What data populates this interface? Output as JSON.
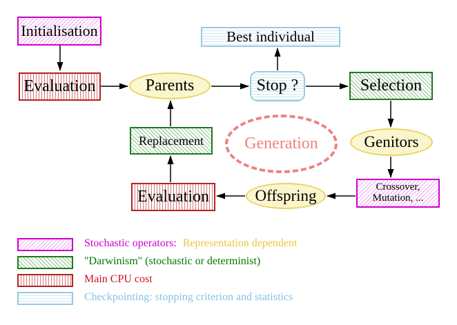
{
  "diagram": {
    "nodes": {
      "initialisation": {
        "label": "Initialisation"
      },
      "evaluation_top": {
        "label": "Evaluation"
      },
      "parents": {
        "label": "Parents"
      },
      "best_individual": {
        "label": "Best individual"
      },
      "stop": {
        "label": "Stop ?"
      },
      "selection": {
        "label": "Selection"
      },
      "genitors": {
        "label": "Genitors"
      },
      "crossover_mutation": {
        "line1": "Crossover,",
        "line2": "Mutation, ..."
      },
      "offspring": {
        "label": "Offspring"
      },
      "evaluation_bottom": {
        "label": "Evaluation"
      },
      "replacement": {
        "label": "Replacement"
      },
      "generation": {
        "label": "Generation"
      }
    },
    "legend": {
      "items": [
        {
          "pattern": "magenta-diagonal-hatch",
          "label": "Stochastic operators:",
          "label2": "Representation dependent"
        },
        {
          "pattern": "green-diagonal-hatch",
          "label": "\"Darwinism\" (stochastic or determinist)"
        },
        {
          "pattern": "red-vertical-stripes",
          "label": "Main CPU cost"
        },
        {
          "pattern": "cyan-horizontal-stripes",
          "label": "Checkpointing: stopping criterion and statistics"
        }
      ]
    },
    "colors": {
      "magenta": "#cc00cc",
      "green": "#1e7a1e",
      "red": "#b22222",
      "cyan_border": "#9cc8e0",
      "yellow_border": "#e6d463",
      "salmon": "#f08080",
      "legend_gold_text": "#e8c63e",
      "legend_green_text": "#007700",
      "legend_red_text": "#cc1122",
      "legend_blue_text": "#85c2e1"
    }
  }
}
